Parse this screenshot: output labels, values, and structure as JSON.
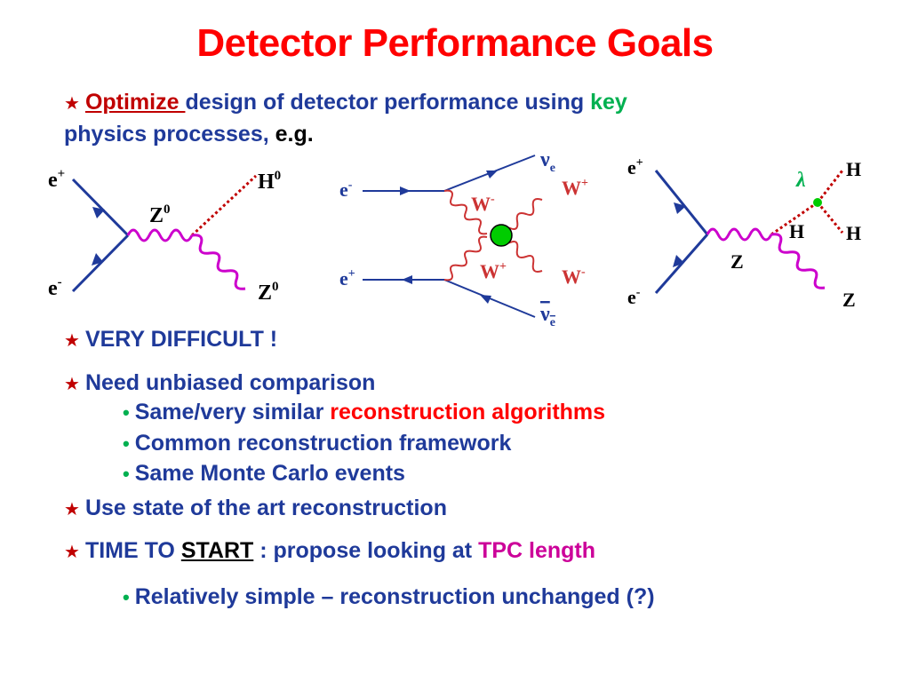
{
  "title": "Detector Performance Goals",
  "intro": {
    "optimize": "Optimize ",
    "middle": "design of detector performance using ",
    "key": "key",
    "line2": "physics processes, ",
    "eg": "e.g."
  },
  "diagram1": {
    "e_plus": "e",
    "e_plus_sup": "+",
    "e_minus": "e",
    "e_minus_sup": "-",
    "z_boson": "Z",
    "z_boson_sup": "0",
    "higgs": "H",
    "higgs_sup": "0",
    "z_out": "Z",
    "z_out_sup": "0"
  },
  "diagram2": {
    "e_minus": "e",
    "e_minus_sup": "-",
    "e_plus": "e",
    "e_plus_sup": "+",
    "nu_e": "ν",
    "nu_e_sub": "e",
    "nubar_e": "ν",
    "nubar_e_sub": "e",
    "w_minus_in": "W",
    "w_minus_in_sup": "-",
    "w_plus_in": "W",
    "w_plus_in_sup": "+",
    "w_plus_out": "W",
    "w_plus_out_sup": "+",
    "w_minus_out": "W",
    "w_minus_out_sup": "-"
  },
  "diagram3": {
    "e_plus": "e",
    "e_plus_sup": "+",
    "e_minus": "e",
    "e_minus_sup": "-",
    "z_boson": "Z",
    "h_mid": "H",
    "lambda": "λ",
    "h_top": "H",
    "h_bottom": "H",
    "z_out": "Z"
  },
  "bullets": {
    "b1": "VERY DIFFICULT !",
    "b2": "Need unbiased comparison",
    "s1_a": "Same/very similar ",
    "s1_b": "reconstruction algorithms",
    "s2": "Common reconstruction framework",
    "s3": "Same Monte Carlo events",
    "b3": "Use state of the art reconstruction",
    "b4_a": "TIME TO ",
    "b4_b": "START",
    "b4_c": " : propose looking at ",
    "b4_d": "TPC length",
    "s4": "Relatively simple – reconstruction unchanged (?)"
  },
  "colors": {
    "title": "#ff0000",
    "text": "#1f3a9a",
    "fermion_line": "#1f3a9a",
    "boson_line": "#cc00cc",
    "higgs_line": "#c00000",
    "vertex": "#00cc00"
  }
}
